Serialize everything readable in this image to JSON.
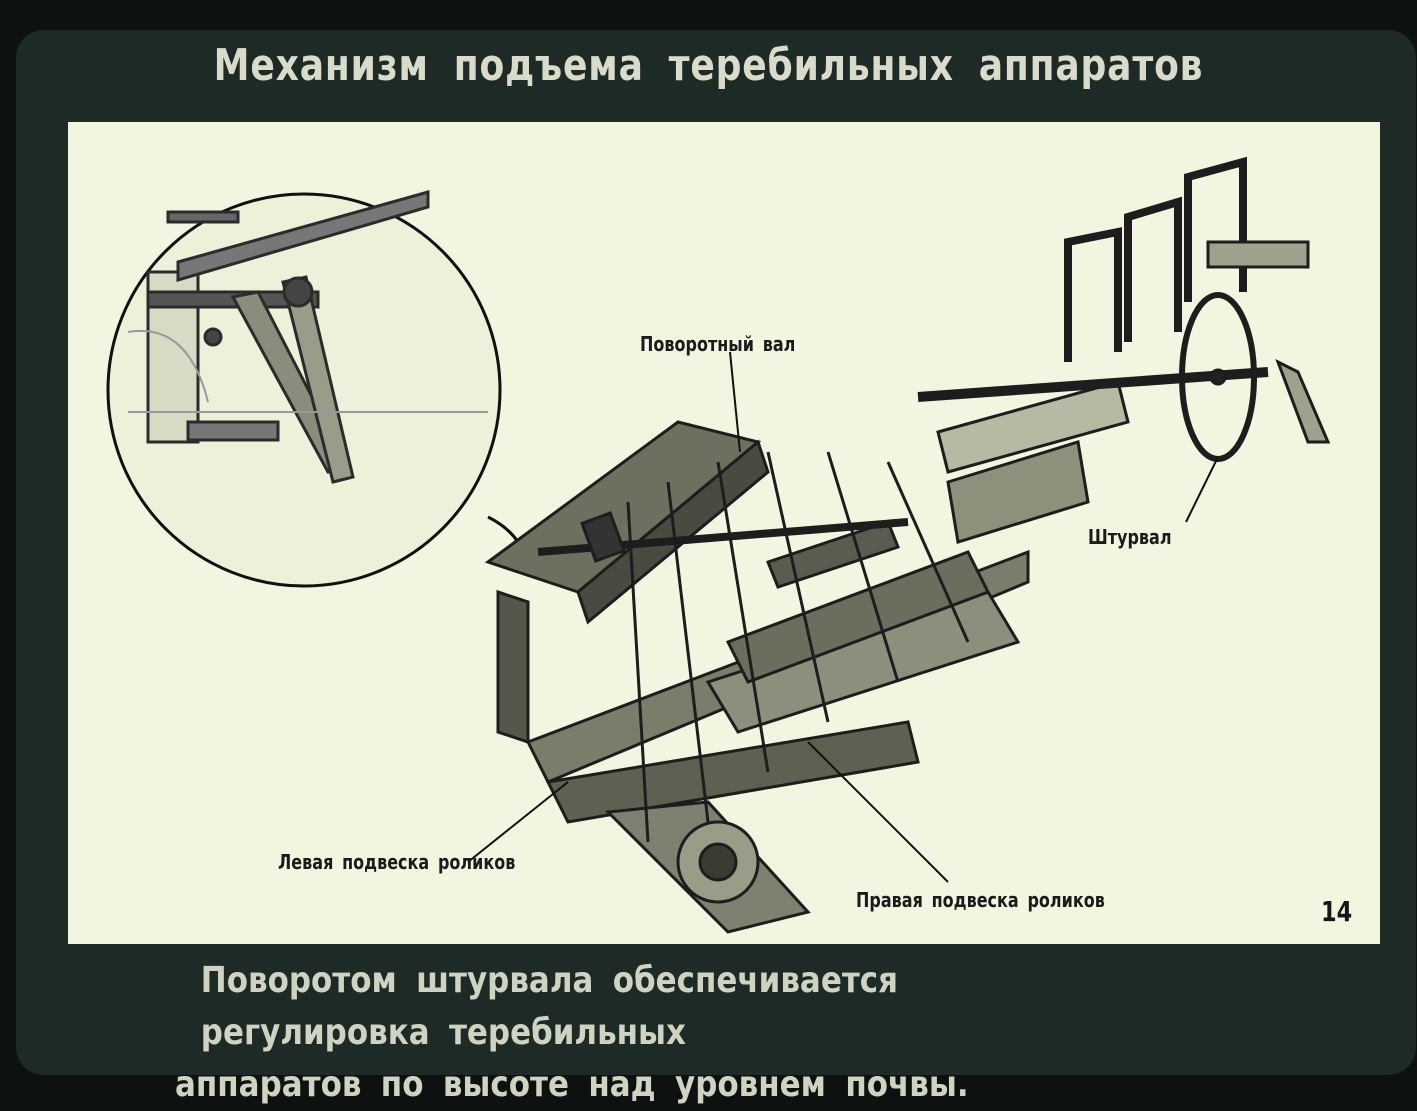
{
  "title": "Механизм подъема теребильных аппаратов",
  "labels": {
    "shaft": "Поворотный вал",
    "wheel": "Штурвал",
    "left_suspension": "Левая подвеска роликов",
    "right_suspension": "Правая подвеска роликов"
  },
  "slide_number": "14",
  "caption": {
    "line1": "Поворотом штурвала обеспечивается регулировка теребильных",
    "line2": "аппаратов по высоте над уровнем почвы."
  },
  "colors": {
    "background": "#0d1210",
    "panel": "#f3f5e0",
    "text_light": "#d9dccb",
    "ink": "#1b1b1b"
  }
}
